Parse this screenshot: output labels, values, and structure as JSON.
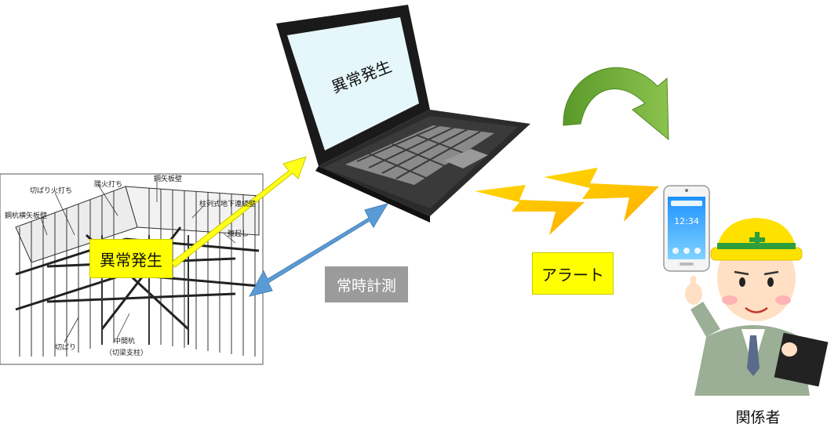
{
  "labels": {
    "abnormal_site": "異常発生",
    "laptop_screen": "異常発生",
    "constant_measurement": "常時計測",
    "alert": "アラート",
    "stakeholders": "関係者"
  },
  "drawing_labels": {
    "l1": "切ばり火打ち",
    "l2": "隅火打ち",
    "l3": "鋼矢板壁",
    "l4": "柱列式地下連続壁",
    "l5": "鋼杭横矢板壁",
    "l6": "腹起し",
    "l7": "切ばり",
    "l8": "中間杭",
    "l9": "（切梁支柱）"
  },
  "phone": {
    "time": "12:34"
  },
  "colors": {
    "yellow_arrow": "#ffff1a",
    "blue_arrow": "#5b9bd5",
    "green_arrow": "#70ad47",
    "lightning": "#ffc000",
    "label_yellow": "#ffff00",
    "label_gray": "#9b9b9b",
    "laptop_screen": "#e6f7fb",
    "helmet": "#ffe100"
  }
}
